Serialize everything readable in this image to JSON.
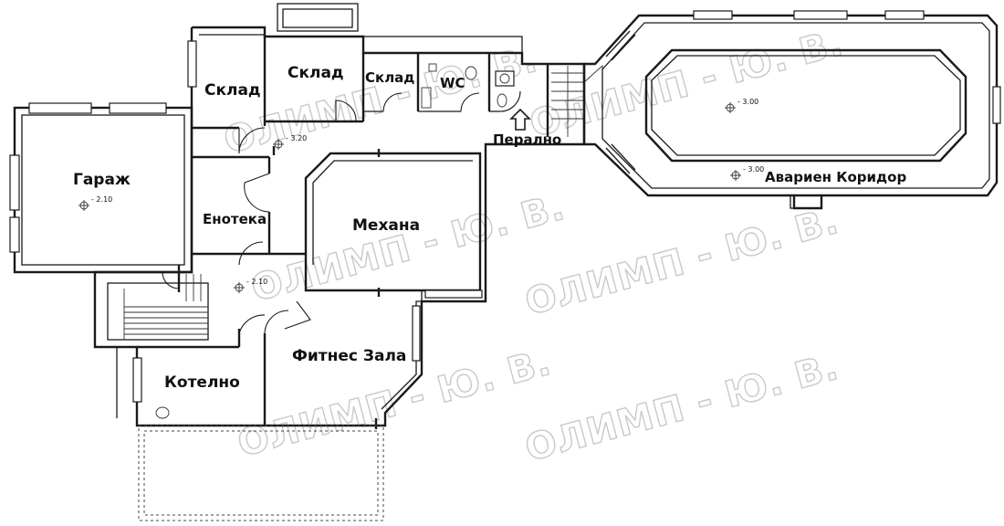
{
  "rooms": {
    "garage": "Гараж",
    "storage_1": "Склад",
    "storage_2": "Склад",
    "storage_3": "Склад",
    "wc": "WC",
    "laundry": "Перално",
    "wine_cellar": "Енотека",
    "tavern": "Механа",
    "fitness_hall": "Фитнес Зала",
    "boiler_room": "Котелно",
    "emergency_corridor": "Авариен Коридор"
  },
  "elevations": {
    "garage": "- 2.10",
    "hall_upper": "- 3.20",
    "hall_lower": "- 2.10",
    "pool_inner": "- 3.00",
    "pool_corridor": "- 3.00"
  },
  "watermark": "ОЛИМП - Ю. В."
}
